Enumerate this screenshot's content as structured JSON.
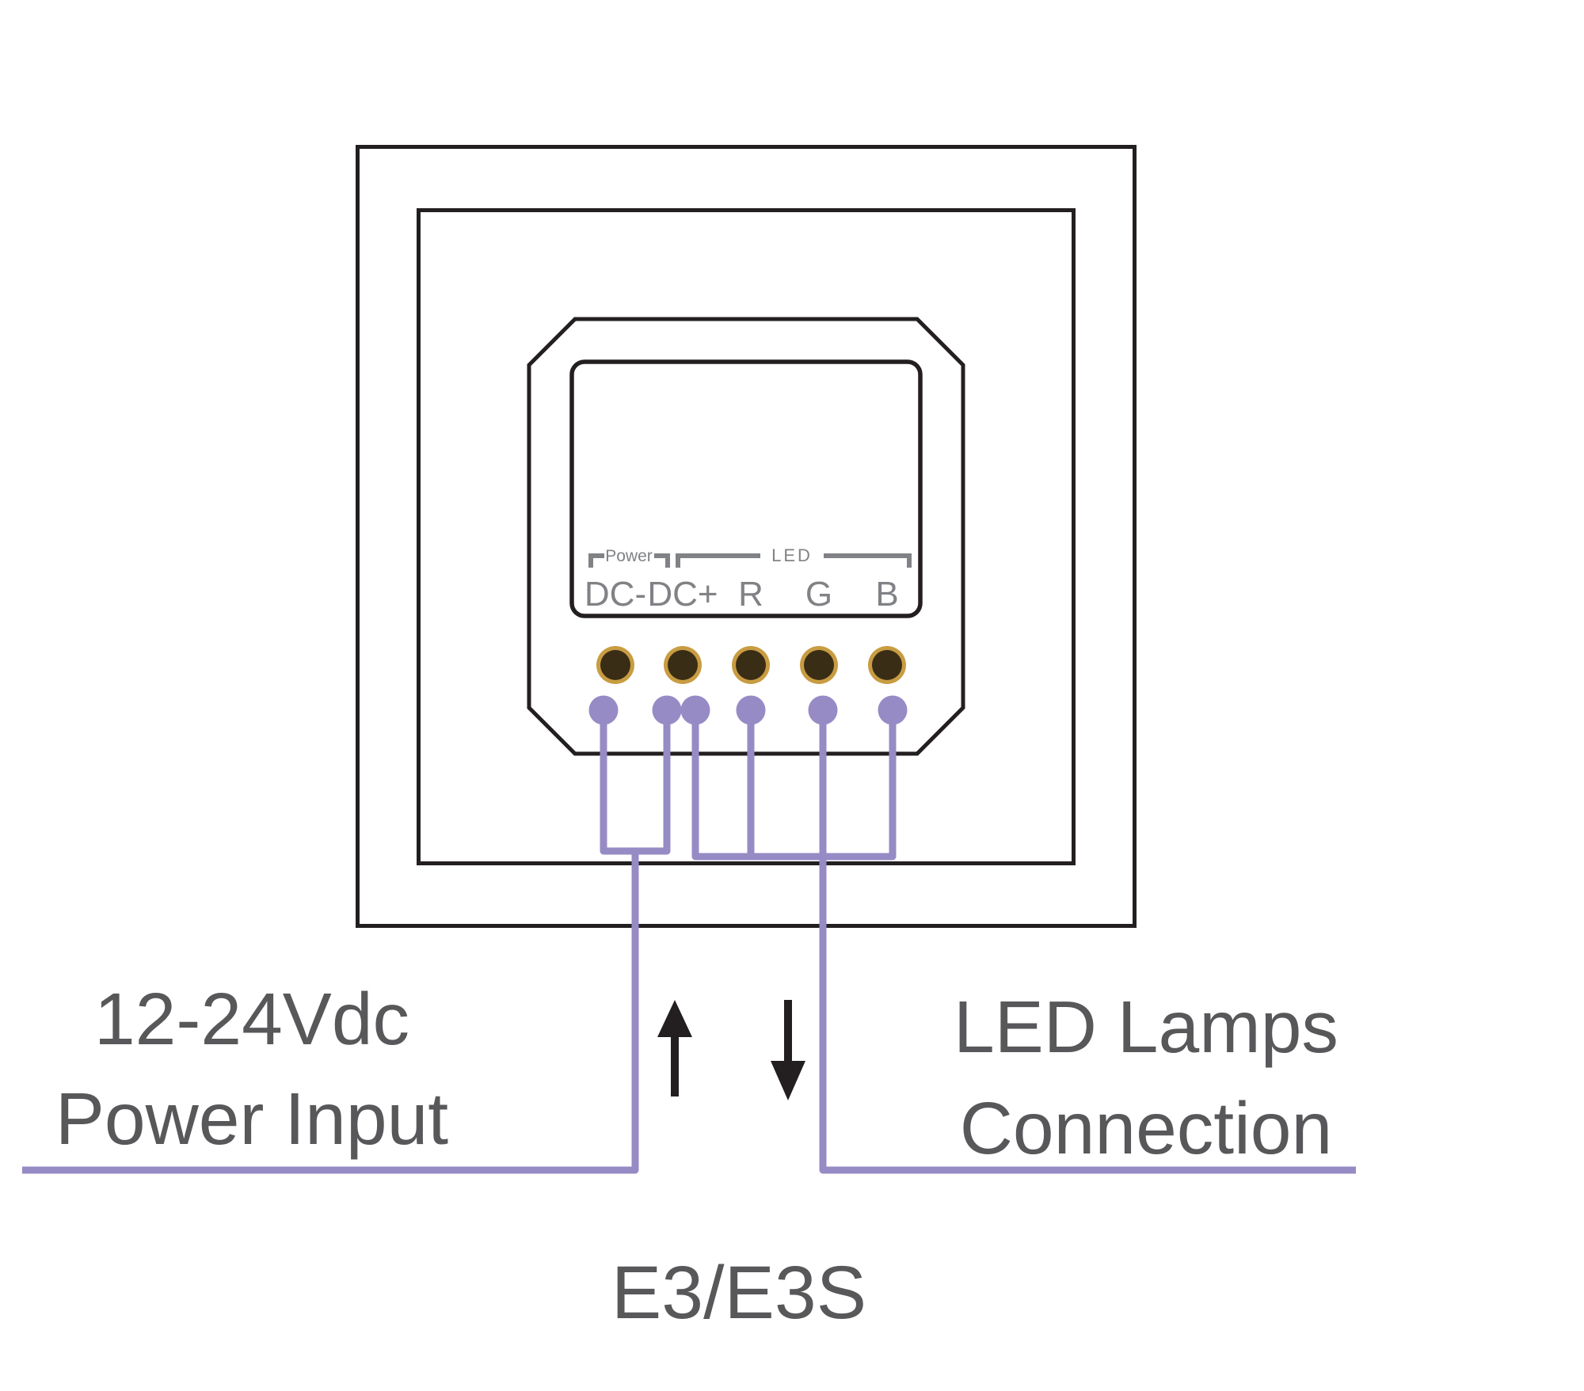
{
  "diagram": {
    "model_label": "E3/E3S",
    "power_annotation": {
      "line1": "12-24Vdc",
      "line2": "Power Input"
    },
    "led_annotation": {
      "line1": "LED Lamps",
      "line2": "Connection"
    },
    "panel": {
      "power_group": "Power",
      "led_group": "LED",
      "terminals": [
        {
          "label": "DC-",
          "wire_dots": 1
        },
        {
          "label": "DC+",
          "wire_dots": 2
        },
        {
          "label": "R",
          "wire_dots": 1
        },
        {
          "label": "G",
          "wire_dots": 1
        },
        {
          "label": "B",
          "wire_dots": 1
        }
      ]
    }
  },
  "colors": {
    "line_black": "#231f20",
    "wire_purple": "#978bc5",
    "text_gray": "#58585b",
    "label_gray": "#808285",
    "terminal_gold": "#c89c42",
    "terminal_core": "#3a2d16"
  }
}
